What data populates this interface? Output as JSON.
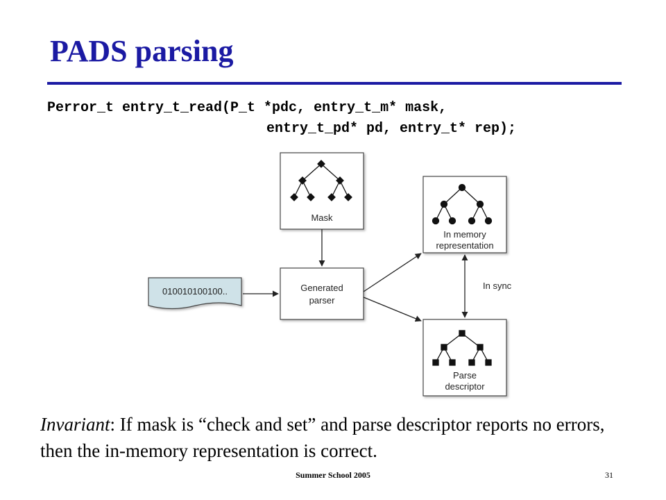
{
  "slide": {
    "title": "PADS parsing",
    "code_line_1": "Perror_t entry_t_read(P_t *pdc, entry_t_m* mask,",
    "code_line_2": "entry_t_pd* pd, entry_t* rep);",
    "invariant_term": "Invariant",
    "invariant_rest": ": If mask is “check and set” and parse descriptor reports no errors, then the in-memory representation is correct.",
    "footer": "Summer School 2005",
    "page_number": "31"
  },
  "diagram": {
    "input_bits": "010010100100..",
    "mask_label": "Mask",
    "parser_label_1": "Generated",
    "parser_label_2": "parser",
    "rep_label_1": "In memory",
    "rep_label_2": "representation",
    "pd_label_1": "Parse",
    "pd_label_2": "descriptor",
    "sync_label": "In sync"
  }
}
